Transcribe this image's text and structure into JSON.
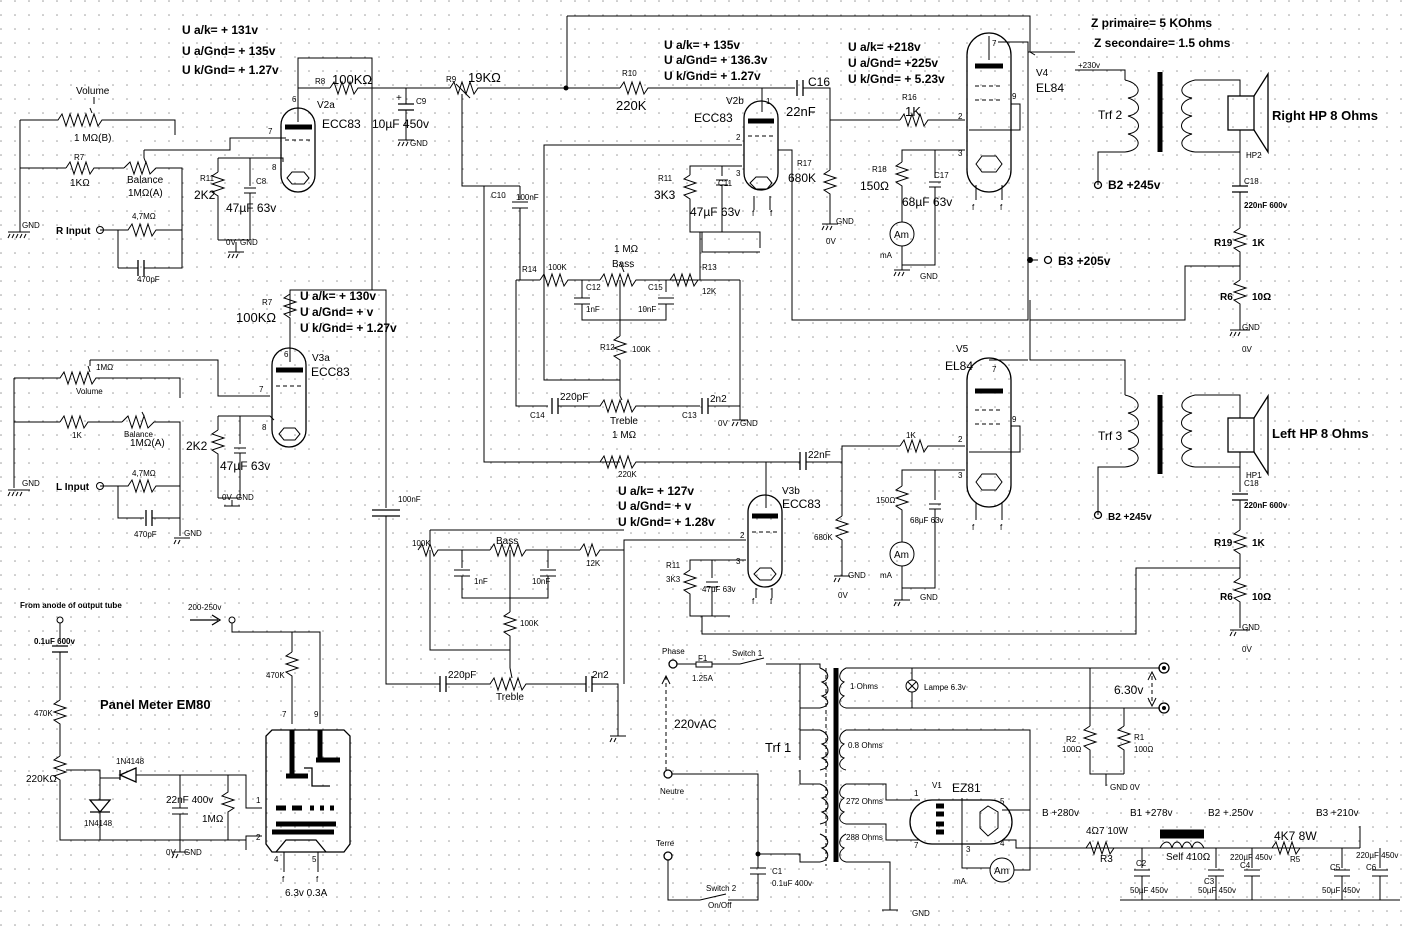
{
  "upper_right_voltages": {
    "v2a_uak": "U a/k= + 131v",
    "v2a_uag": "U a/Gnd= + 135v",
    "v2a_ukg": "U k/Gnd= + 1.27v",
    "v2b_uak": "U a/k= + 135v",
    "v2b_uag": "U a/Gnd= + 136.3v",
    "v2b_ukg": "U k/Gnd= + 1.27v",
    "v4_uak": "U a/k= +218v",
    "v4_uag": "U a/Gnd= +225v",
    "v4_ukg": "U k/Gnd= + 5.23v"
  },
  "lower_voltages": {
    "v3a_uak": "U a/k= + 130v",
    "v3a_uag": "U a/Gnd= +       v",
    "v3a_ukg": "U k/Gnd= + 1.27v",
    "v3b_uak": "U a/k= + 127v",
    "v3b_uag": "U a/Gnd= + v",
    "v3b_ukg": "U k/Gnd= + 1.28v"
  },
  "impedance": {
    "primary": "Z primaire= 5 KOhms",
    "secondary": "Z secondaire= 1.5 ohms"
  },
  "tubes": {
    "v2a": "V2a",
    "v2a_type": "ECC83",
    "v2b": "V2b",
    "v2b_type": "ECC83",
    "v3a": "V3a",
    "v3a_type": "ECC83",
    "v3b": "V3b",
    "v3b_type": "ECC83",
    "v4": "V4",
    "v4_type": "EL84",
    "v5": "V5",
    "v5_type": "EL84",
    "v1": "V1",
    "v1_type": "EZ81"
  },
  "right_channel": {
    "volume": "Volume",
    "pot_vol": "1 MΩ(B)",
    "r7": "R7",
    "r7v": "1KΩ",
    "balance": "Balance",
    "pot_bal": "1MΩ(A)",
    "r47m": "4,7MΩ",
    "input": "R Input",
    "gnd": "GND",
    "c470p": "470pF",
    "r11": "R11",
    "r11v": "2K2",
    "c8": "C8",
    "c8v": "47µF 63v",
    "ground_0v": "0V",
    "gnd2": "GND",
    "r8": "R8",
    "r8v": "100KΩ",
    "c9": "C9",
    "c9v": "10µF 450v",
    "gnd_c9": "GND",
    "r9": "R9",
    "r9v": "19KΩ",
    "r10": "R10",
    "r10v": "220K",
    "c16": "C16",
    "c16v": "22nF",
    "r16": "R16",
    "r16v": "1K",
    "r17": "R17",
    "r17v": "680K",
    "gnd_r17": "GND",
    "zero_r17": "0V",
    "r11b": "R11",
    "r11bv": "3K3",
    "c11": "C11",
    "c11v": "47µF 63v",
    "r18": "R18",
    "r18v": "150Ω",
    "c17": "C17",
    "c17v": "68µF 63v",
    "meter": "mA",
    "gnd_r18": "GND",
    "trf": "Trf 2",
    "hp": "Right HP 8 Ohms",
    "hp_tag": "HP2",
    "b2": "B2 +245v",
    "b3": "B3 +205v",
    "c18": "C18",
    "c18v": "220nF 600v",
    "r19": "R19",
    "r19v": "1K",
    "r6": "R6",
    "r6v": "10Ω",
    "gnd_r6": "GND",
    "zero_r6": "0V",
    "v230": "+230v"
  },
  "tone_upper": {
    "c10": "C10",
    "c10v": "100nF",
    "r14": "R14",
    "r14v": "100K",
    "bass_pot": "1 MΩ",
    "bass": "Bass",
    "r13": "R13",
    "r13v": "12K",
    "c12": "C12",
    "c12v": "1nF",
    "c15": "C15",
    "c15v": "10nF",
    "r12": "R12",
    "r12v": "100K",
    "c14": "C14",
    "c14v": "220pF",
    "treble": "Treble",
    "treble_pot": "1 MΩ",
    "c13": "C13",
    "c13v": "2n2",
    "gnd0": "0V",
    "gnd": "GND"
  },
  "left_channel": {
    "r7": "R7",
    "r7v": "100KΩ",
    "vol_pot": "1MΩ",
    "volume": "Volume",
    "r1k": "1K",
    "balance": "Balance",
    "pot_bal": "1MΩ(A)",
    "r47m": "4,7MΩ",
    "gnd": "GND",
    "input": "L Input",
    "c470p": "470pF",
    "gnd_in": "GND",
    "r2k2": "2K2",
    "c47": "47µF 63v",
    "gnd0": "0V",
    "gnd2": "GND",
    "c100n": "100nF",
    "r220k": "220K",
    "c22n": "22nF",
    "r1k_g": "1K",
    "r150": "150Ω",
    "c68": "68µF 63v",
    "meter": "mA",
    "gnd_m": "GND",
    "r680": "680K",
    "gnd_680": "GND",
    "zero_680": "0V",
    "r11": "R11",
    "r11v": "3K3",
    "c47b": "47µF 63v",
    "trf": "Trf 3",
    "hp": "Left HP 8 Ohms",
    "hp_tag": "HP1",
    "b2": "B2 +245v",
    "c18": "C18",
    "c18v": "220nF 600v",
    "r19": "R19",
    "r19v": "1K",
    "r6": "R6",
    "r6v": "10Ω",
    "gnd_r6": "GND",
    "zero_r6": "0V"
  },
  "tone_lower": {
    "r100k": "100K",
    "bass": "Bass",
    "r12k": "12K",
    "c1n": "1nF",
    "c10n": "10nF",
    "r100k2": "100K",
    "c220p": "220pF",
    "treble": "Treble",
    "c2n2": "2n2"
  },
  "meter_section": {
    "title": "Panel Meter EM80",
    "from_anode": "From anode of output tube",
    "c01": "0.1uF 600v",
    "r470k": "470K",
    "r220k": "220KΩ",
    "d1": "1N4148",
    "d2": "1N4148",
    "c22": "22nF 400v",
    "r1m": "1MΩ",
    "zero": "0V",
    "gnd": "GND",
    "supply": "200-250v",
    "r470k2": "470K",
    "pin7": "7",
    "pin9": "9",
    "pin1": "1",
    "pin2": "2",
    "pin4": "4",
    "pin5": "5",
    "f1": "f",
    "f2": "f",
    "heater": "6.3v 0.3A"
  },
  "power_supply": {
    "phase": "Phase",
    "f1": "F1",
    "fuse": "1.25A",
    "switch1": "Switch 1",
    "vac": "220vAC",
    "neutre": "Neutre",
    "terre": "Terre",
    "switch2": "Switch 2",
    "onoff": "On/Off",
    "trf1": "Trf 1",
    "w1ohms": "1 Ohms",
    "lamp": "Lampe 6.3v",
    "v630": "6.30v",
    "w08": "0.8 Ohms",
    "w272": "272 Ohms",
    "w288": "288 Ohms",
    "c1": "C1",
    "c1v": "0.1uF 400v",
    "gnd": "GND",
    "r2": "R2",
    "r2v": "100Ω",
    "r1": "R1",
    "r1v": "100Ω",
    "gnd0": "GND  0V",
    "meter": "mA",
    "b280": "B +280v",
    "r3v": "4Ω7 10W",
    "r3": "R3",
    "b1": "B1 +278v",
    "self": "Self 410Ω",
    "b2": "B2 +.250v",
    "r5v": "4K7  8W",
    "r5": "R5",
    "b3": "B3 +210v",
    "c2": "C2",
    "c2v": "50µF 450v",
    "c3": "C3",
    "c3v": "50µF 450v",
    "c4": "C4",
    "c4v": "220µF 450v",
    "c5": "C5",
    "c5v": "50µF 450v",
    "c6": "C6",
    "c6v": "220µF 450v"
  },
  "pins": {
    "p6": "6",
    "p7": "7",
    "p8": "8",
    "p1": "1",
    "p2": "2",
    "p3": "3",
    "p9": "9",
    "p4": "4",
    "p5": "5",
    "f": "f"
  }
}
